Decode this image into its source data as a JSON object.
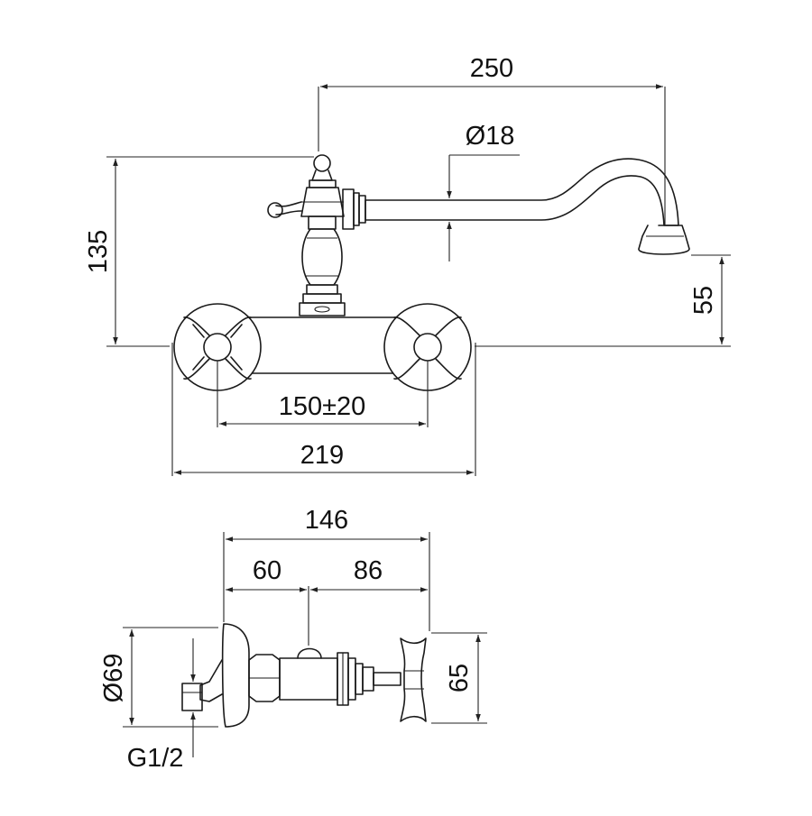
{
  "dimensions": {
    "spout_reach": "250",
    "spout_diameter": "Ø18",
    "height": "135",
    "outlet_height": "55",
    "centers": "150±20",
    "overall_width": "219",
    "depth_total": "146",
    "depth_wall": "60",
    "depth_front": "86",
    "flange_diameter": "Ø69",
    "handle_height": "65",
    "thread": "G1/2"
  }
}
